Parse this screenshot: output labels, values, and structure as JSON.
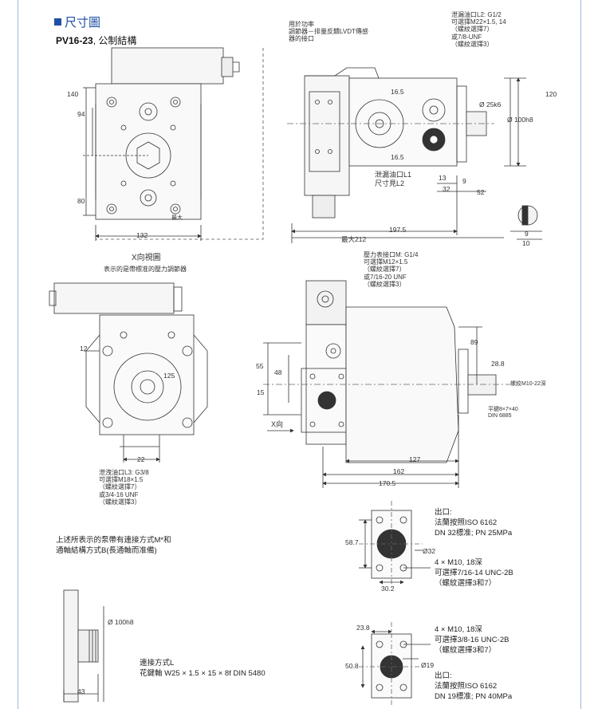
{
  "header": {
    "title": "尺寸圖",
    "model": "PV16-23",
    "subtitle": "公制結構"
  },
  "view_x": {
    "dims": {
      "d140": "140",
      "d94": "94",
      "d80": "80",
      "d132": "132",
      "max": "最大"
    },
    "caption": "X向視圖",
    "caption2": "表示的是帶標准的壓力調節器"
  },
  "side_view": {
    "note1": [
      "用於功率",
      "調節器－排量反饋LVDT傳感",
      "器的接口"
    ],
    "note2": [
      "泄漏油口L2: G1/2",
      "可選擇M22×1.5, 14",
      "（螺紋選擇7）",
      "或7/8-UNF",
      "（螺紋選擇3）"
    ],
    "dims": {
      "d16a": "16.5",
      "d16b": "16.5",
      "d25": "Ø 25k6",
      "d100": "Ø 100h8",
      "d120": "120",
      "d13": "13",
      "d32": "32",
      "d9a": "9",
      "d52": "52",
      "d197": "197.5",
      "d212": "最大212",
      "d9b": "9",
      "d10": "10"
    },
    "leak1": "泄漏油口L1",
    "leak2": "尺寸見L2"
  },
  "view_mid_left": {
    "dims": {
      "d12": "12",
      "d125": "125",
      "d22": "22"
    },
    "port_note": [
      "泄洩油口L3: G3/8",
      "可選擇M18×1.5",
      "（螺紋選擇7）",
      "或3/4-16 UNF",
      "（螺紋選擇3）"
    ]
  },
  "view_mid_right": {
    "note": [
      "壓力表接口M: G1/4",
      "可選擇M12×1.5",
      "（螺紋選擇7）",
      "或7/16-20 UNF",
      "（螺紋選擇3）"
    ],
    "dims": {
      "d89": "89",
      "d55": "55",
      "d48": "48",
      "d15": "15",
      "d28": "28.8",
      "d127": "127",
      "d162": "162",
      "d170": "170.5"
    },
    "screw": "螺紋M10-22深",
    "key": [
      "平鍵8×7×40",
      "DIN 6885"
    ],
    "xdir": "X向"
  },
  "left_note": [
    "上述所表示的泵帶有連接方式M*和",
    "通軸結構方式B(長通軸而准備)"
  ],
  "outlet": {
    "label": [
      "出口:",
      "法蘭按照ISO 6162",
      "DN 32標准; PN 25MPa"
    ],
    "dims": {
      "h": "58.7",
      "d": "Ø32",
      "w": "30.2"
    },
    "screw": [
      "4 × M10, 18深",
      "可選擇7/16-14 UNC-2B",
      "（螺紋選擇3和7）"
    ]
  },
  "shaft": {
    "dims": {
      "d100": "Ø 100h8",
      "d43": "43"
    },
    "label": [
      "連接方式L",
      "花鍵軸 W25 × 1.5 × 15 × 8f DIN 5480"
    ]
  },
  "inlet": {
    "screw": [
      "4 × M10, 18深",
      "可選擇3/8-16 UNC-2B",
      "（螺紋選擇3和7）"
    ],
    "dims": {
      "w": "23.8",
      "h": "50.8",
      "d": "Ø19"
    },
    "label": [
      "出口:",
      "法蘭按照ISO 6162",
      "DN 19標准; PN 40MPa"
    ]
  }
}
